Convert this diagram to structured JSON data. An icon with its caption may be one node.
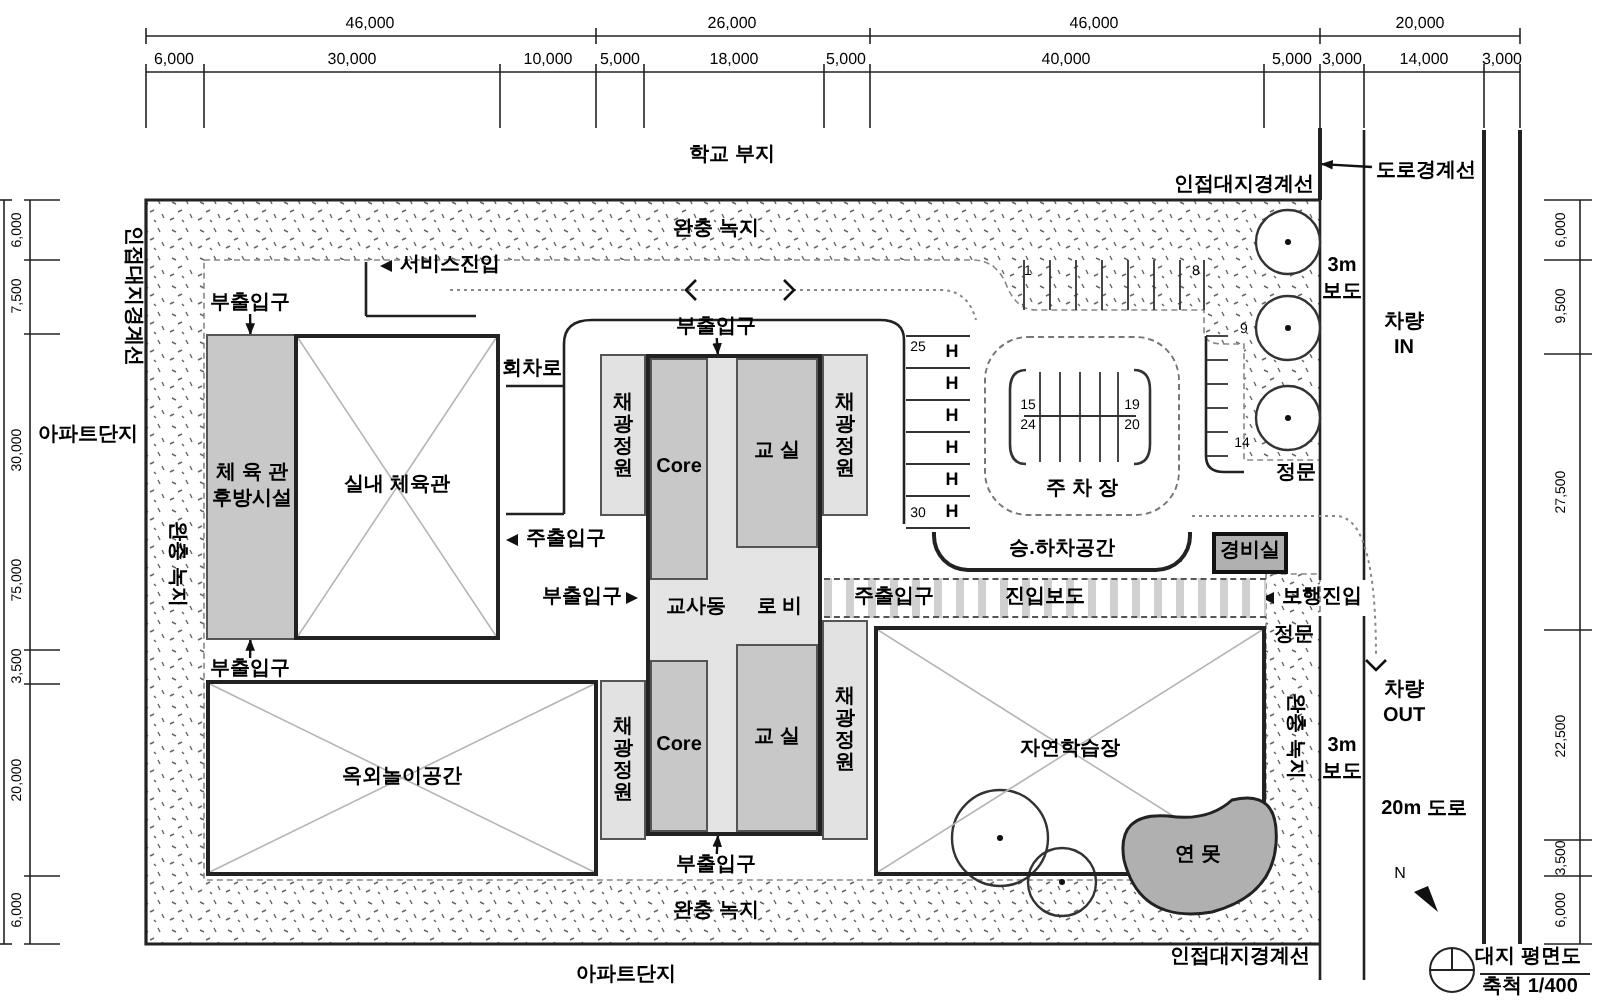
{
  "diagram": {
    "nodes": [
      {
        "text": [
          "체 육 관 후방시설"
        ]
      },
      {
        "text": [
          "실내 체육관"
        ]
      },
      {
        "text": [
          "교사동",
          "로 비"
        ]
      },
      {
        "text": [
          "Core"
        ],
        "in": 2
      },
      {
        "text": [
          "교 실"
        ],
        "in": 2
      },
      {
        "text": [
          "Core"
        ],
        "in": 2
      },
      {
        "text": [
          "교 실"
        ],
        "in": 2
      },
      {
        "text": [
          "채광정원"
        ]
      },
      {
        "text": [
          "채광정원"
        ]
      },
      {
        "text": [
          "채광정원"
        ]
      },
      {
        "text": [
          "채광정원"
        ]
      },
      {
        "text": [
          "옥외놀이공간"
        ]
      },
      {
        "text": [
          "자연학습장"
        ]
      },
      {
        "text": [
          "주 차 장"
        ]
      },
      {
        "text": [
          "승.하차공간"
        ]
      },
      {
        "text": [
          "경비실"
        ]
      },
      {
        "text": [
          "진입보도"
        ]
      },
      {
        "text": [
          "연 못"
        ]
      },
      {
        "text": [
          "도로경계선"
        ]
      },
      {
        "text": [],
        "shape": "bar"
      },
      {
        "text": [
          "부출입구"
        ]
      },
      {
        "text": [
          "부출입구"
        ]
      },
      {
        "text": [
          "부출입구"
        ]
      },
      {
        "text": [
          "부출입구"
        ]
      }
    ],
    "edges": [
      {
        "from": 18,
        "to": 19,
        "arrow": "to"
      },
      {
        "from": 20,
        "to": 0,
        "arrow": "to"
      },
      {
        "from": 21,
        "to": 2,
        "arrow": "to"
      },
      {
        "from": 22,
        "to": 0,
        "arrow": "to"
      },
      {
        "from": 23,
        "to": 2,
        "arrow": "to"
      }
    ],
    "labels": [
      "46,000",
      "26,000",
      "46,000",
      "20,000",
      "6,000",
      "30,000",
      "10,000",
      "5,000",
      "18,000",
      "5,000",
      "40,000",
      "5,000",
      "3,000",
      "14,000",
      "3,000",
      "학교 부지",
      "인접대지경계선",
      "완충 녹지",
      "6,000",
      "7,500",
      "75,000",
      "30,000",
      "3,500",
      "20,000",
      "6,000",
      "인접대지경계선",
      "서비스진입",
      "회차로",
      "아파트단지",
      "완충 녹지",
      "주출입구",
      "부출입구",
      "주출입구",
      "보행진입",
      "정문",
      "정문",
      "3m 보도",
      "차량 IN",
      "차량 OUT",
      "완충 녹지",
      "3m 보도",
      "20m 도로",
      "완충 녹지",
      "인접대지경계선",
      "아파트단지",
      "N",
      "대지 평면도",
      "축척 1/400",
      "6,000",
      "9,500",
      "27,500",
      "22,500",
      "3,500",
      "6,000",
      "1",
      "8",
      "9",
      "14",
      "15",
      "19",
      "24",
      "20",
      "25",
      "30",
      "H",
      "H",
      "H",
      "H",
      "H",
      "H"
    ]
  }
}
